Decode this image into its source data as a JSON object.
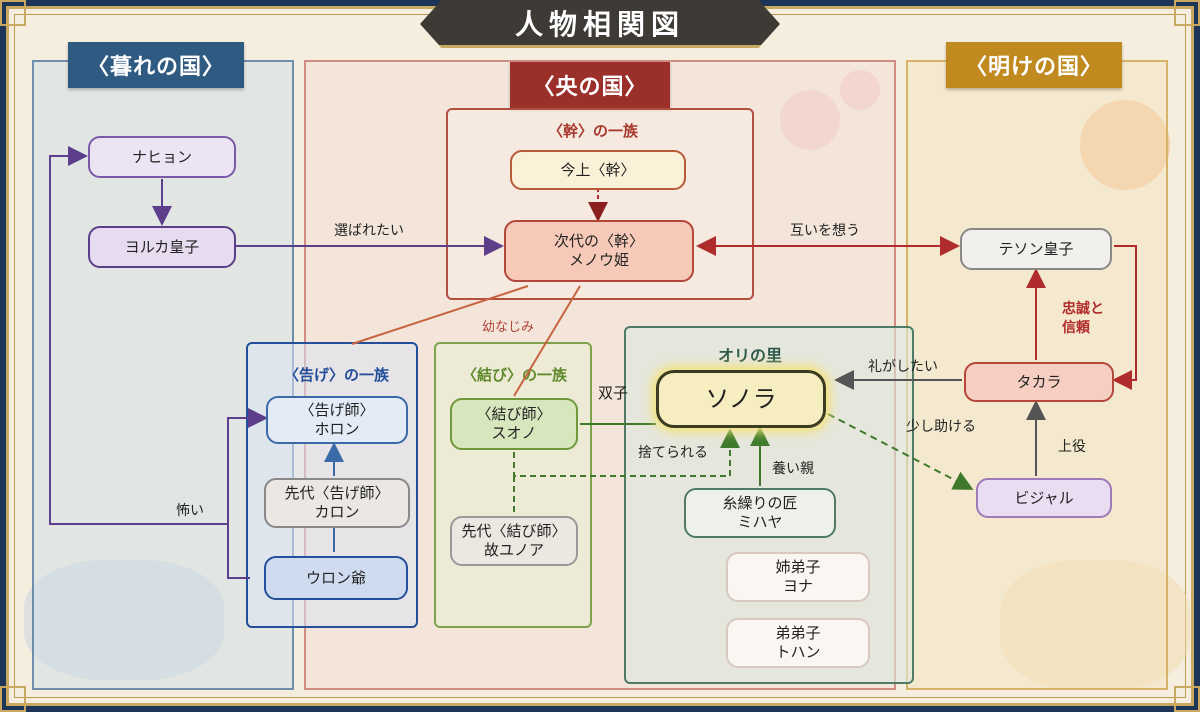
{
  "title": "人物相関図",
  "regions": {
    "kure": {
      "label": "〈暮れの国〉",
      "color": "#2f5a82"
    },
    "ou": {
      "label": "〈央の国〉",
      "color": "#9b2f2a"
    },
    "ake": {
      "label": "〈明けの国〉",
      "color": "#c08a1e"
    }
  },
  "groups": {
    "miki": {
      "label": "〈幹〉の一族",
      "color": "#a8392f"
    },
    "tsuge": {
      "label": "〈告げ〉の一族",
      "color": "#234f9b"
    },
    "musubi": {
      "label": "〈結び〉の一族",
      "color": "#5e8a2b"
    },
    "ori": {
      "label": "オリの里",
      "color": "#2f5a4b"
    }
  },
  "nodes": {
    "nahyon": {
      "lines": [
        "ナヒョン"
      ]
    },
    "yoruka": {
      "lines": [
        "ヨルカ皇子"
      ]
    },
    "imagami": {
      "lines": [
        "今上〈幹〉"
      ]
    },
    "menou": {
      "lines": [
        "次代の〈幹〉",
        "メノウ姫"
      ]
    },
    "teson": {
      "lines": [
        "テソン皇子"
      ]
    },
    "takara": {
      "lines": [
        "タカラ"
      ]
    },
    "bijaru": {
      "lines": [
        "ビジャル"
      ]
    },
    "horon": {
      "lines": [
        "〈告げ師〉",
        "ホロン"
      ]
    },
    "karon": {
      "lines": [
        "先代〈告げ師〉",
        "カロン"
      ]
    },
    "uron": {
      "lines": [
        "ウロン爺"
      ]
    },
    "suono": {
      "lines": [
        "〈結び師〉",
        "スオノ"
      ]
    },
    "yunoa": {
      "lines": [
        "先代〈結び師〉",
        "故ユノア"
      ]
    },
    "sonora": {
      "lines": [
        "ソノラ"
      ]
    },
    "mihaya": {
      "lines": [
        "糸繰りの匠",
        "ミハヤ"
      ]
    },
    "yona": {
      "lines": [
        "姉弟子",
        "ヨナ"
      ]
    },
    "tohan": {
      "lines": [
        "弟弟子",
        "トハン"
      ]
    }
  },
  "relations": {
    "erabaretai": "選ばれたい",
    "tagaini": "互いを想う",
    "osananajimi": "幼なじみ",
    "chusei": [
      "忠誠と",
      "信頼"
    ],
    "reigashitai": "礼がしたい",
    "sukoshi": "少し助ける",
    "joyaku": "上役",
    "futago": "双子",
    "suterareru": "捨てられる",
    "yashinaioya": "養い親",
    "kowai": "怖い"
  }
}
